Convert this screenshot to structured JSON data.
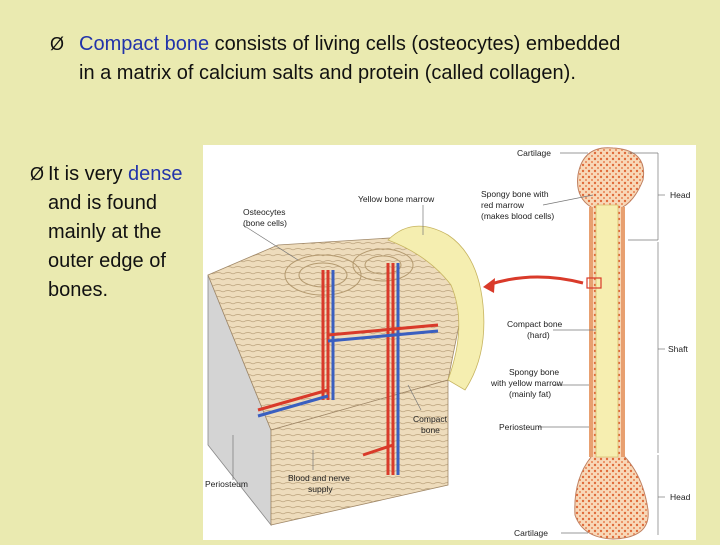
{
  "bullets": [
    {
      "marker": "Ø",
      "hl": "Compact bone",
      "rest": " consists of living cells (osteocytes) embedded in a matrix of calcium salts and protein (called collagen)."
    },
    {
      "marker": "Ø",
      "pre": "It is very ",
      "hl": "dense",
      "rest": " and is found mainly at the outer edge of bones."
    }
  ],
  "figure": {
    "labels": {
      "cartilage_top": "Cartilage",
      "yellow_marrow": "Yellow bone marrow",
      "spongy_red_1": "Spongy bone with",
      "spongy_red_2": "red marrow",
      "spongy_red_3": "(makes blood cells)",
      "head_top": "Head",
      "osteocytes_1": "Osteocytes",
      "osteocytes_2": "(bone cells)",
      "compact_hard_1": "Compact bone",
      "compact_hard_2": "(hard)",
      "shaft": "Shaft",
      "spongy_yellow_1": "Spongy bone",
      "spongy_yellow_2": "with yellow marrow",
      "spongy_yellow_3": "(mainly fat)",
      "compact_1": "Compact",
      "compact_2": "bone",
      "periosteum_right": "Periosteum",
      "periosteum_left": "Periosteum",
      "blood_nerve_1": "Blood and nerve",
      "blood_nerve_2": "supply",
      "head_bottom": "Head",
      "cartilage_bottom": "Cartilage"
    }
  },
  "colors": {
    "background": "#eaeab0",
    "highlight": "#2233aa",
    "bone_orange": "#f0a070",
    "vessel_red": "#d93a2a",
    "vessel_blue": "#3a5fc0",
    "marrow_yellow": "#f5eeb0"
  }
}
